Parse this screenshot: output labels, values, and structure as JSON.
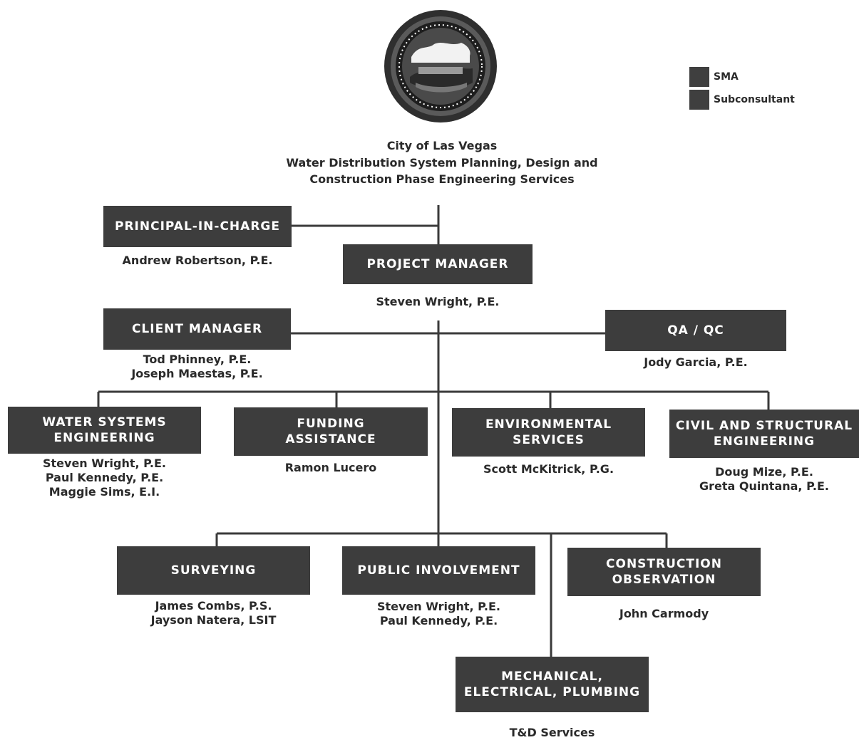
{
  "title": {
    "line1": "City of Las Vegas",
    "line2": "Water Distribution System Planning, Design and",
    "line3": "Construction Phase Engineering Services"
  },
  "legend": {
    "items": [
      {
        "label": "SMA",
        "color": "#3f3f3f"
      },
      {
        "label": "Subconsultant",
        "color": "#3f3f3f"
      }
    ]
  },
  "nodes": {
    "principal": {
      "line1": "PRINCIPAL-IN-CHARGE",
      "names": [
        "Andrew Robertson, P.E."
      ]
    },
    "project_manager": {
      "line1": "PROJECT MANAGER",
      "names": [
        "Steven Wright, P.E."
      ]
    },
    "client_manager": {
      "line1": "CLIENT MANAGER",
      "names": [
        "Tod Phinney, P.E.",
        "Joseph Maestas, P.E."
      ]
    },
    "qa_qc": {
      "line1": "QA / QC",
      "names": [
        "Jody Garcia, P.E."
      ]
    },
    "water_systems": {
      "line1": "WATER SYSTEMS",
      "line2": "ENGINEERING",
      "names": [
        "Steven Wright, P.E.",
        "Paul Kennedy, P.E.",
        "Maggie Sims, E.I."
      ]
    },
    "funding": {
      "line1": "FUNDING",
      "line2": "ASSISTANCE",
      "names": [
        "Ramon Lucero"
      ]
    },
    "environmental": {
      "line1": "ENVIRONMENTAL",
      "line2": "SERVICES",
      "names": [
        "Scott McKitrick, P.G."
      ]
    },
    "civil": {
      "line1": "CIVIL AND STRUCTURAL",
      "line2": "ENGINEERING",
      "names": [
        "Doug Mize, P.E.",
        "Greta Quintana, P.E."
      ]
    },
    "surveying": {
      "line1": "SURVEYING",
      "names": [
        "James Combs, P.S.",
        "Jayson Natera, LSIT"
      ]
    },
    "public_involvement": {
      "line1": "PUBLIC INVOLVEMENT",
      "names": [
        "Steven Wright, P.E.",
        "Paul Kennedy, P.E."
      ]
    },
    "construction": {
      "line1": "CONSTRUCTION",
      "line2": "OBSERVATION",
      "names": [
        "John Carmody"
      ]
    },
    "mep": {
      "line1": "MECHANICAL,",
      "line2": "ELECTRICAL, PLUMBING",
      "names": [
        "T&D Services"
      ]
    }
  },
  "colors": {
    "box_fill": "#3d3d3d",
    "box_text": "#ffffff",
    "connector": "#3a3a3a",
    "name_text": "#2a2a2a"
  },
  "icons": {
    "seal": "city-of-las-vegas-seal-icon"
  }
}
